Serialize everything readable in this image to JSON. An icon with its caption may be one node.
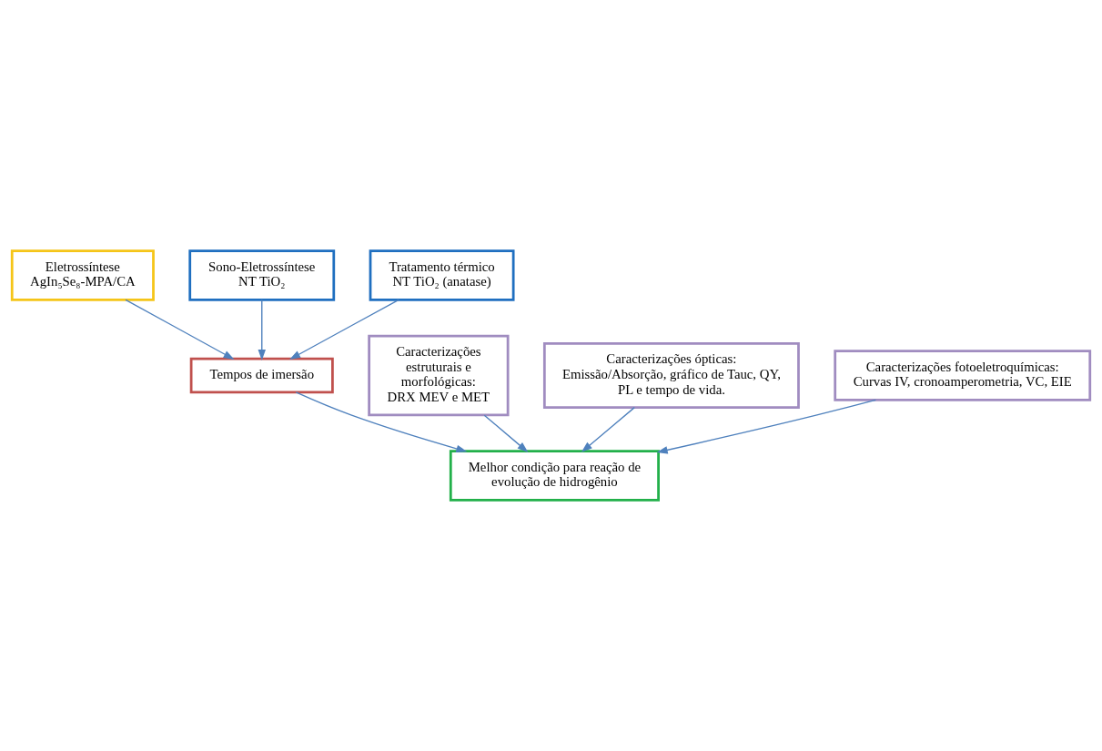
{
  "diagram": {
    "nodes": [
      {
        "text": [
          "Eletrossíntese AgIn₅Se₈-MPA/CA"
        ]
      },
      {
        "text": [
          "Sono-Eletrossíntese NT TiO₂"
        ]
      },
      {
        "text": [
          "Tratamento térmico NT TiO₂ (anatase)"
        ]
      },
      {
        "text": [
          "Tempos de imersão"
        ]
      },
      {
        "text": [
          "Caracterizações estruturais e morfológicas: DRX MEV e MET"
        ]
      },
      {
        "text": [
          "Caracterizações ópticas: Emissão/Absorção, gráfico de Tauc, QY, PL e tempo de vida."
        ]
      },
      {
        "text": [
          "Caracterizações fotoeletroquímicas: Curvas IV, cronoamperometria, VC, EIE"
        ]
      },
      {
        "text": [
          "Melhor condição para reação de evolução de hidrogênio"
        ]
      }
    ],
    "edges": [
      {
        "from": 0,
        "to": 3,
        "arrow": "to"
      },
      {
        "from": 1,
        "to": 3,
        "arrow": "to"
      },
      {
        "from": 2,
        "to": 3,
        "arrow": "to"
      },
      {
        "from": 3,
        "to": 7,
        "arrow": "to"
      },
      {
        "from": 4,
        "to": 7,
        "arrow": "to"
      },
      {
        "from": 5,
        "to": 7,
        "arrow": "to"
      },
      {
        "from": 6,
        "to": 7,
        "arrow": "to"
      }
    ]
  }
}
